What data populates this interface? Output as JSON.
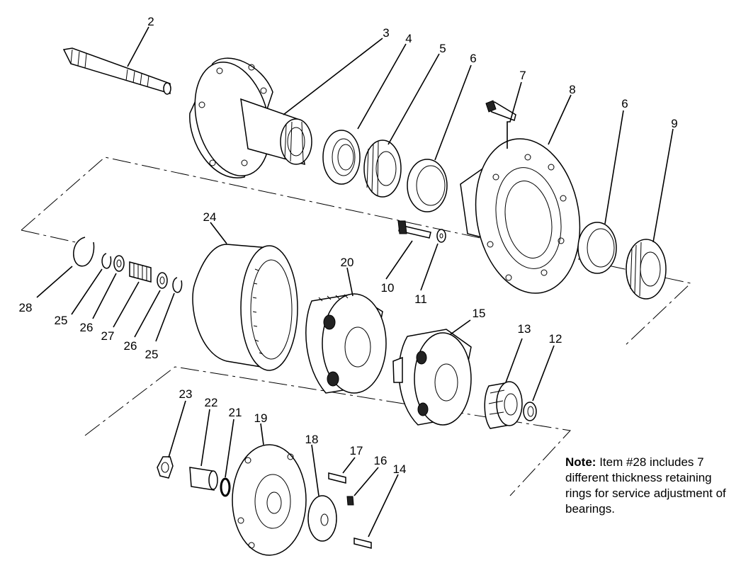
{
  "diagram": {
    "callouts": {
      "c2": "2",
      "c3": "3",
      "c4": "4",
      "c5": "5",
      "c6a": "6",
      "c7": "7",
      "c8": "8",
      "c6b": "6",
      "c9": "9",
      "c24": "24",
      "c10": "10",
      "c11": "11",
      "c20": "20",
      "c28": "28",
      "c25a": "25",
      "c26a": "26",
      "c27": "27",
      "c26b": "26",
      "c25b": "25",
      "c15": "15",
      "c13": "13",
      "c12": "12",
      "c23": "23",
      "c22": "22",
      "c21": "21",
      "c19": "19",
      "c18": "18",
      "c17": "17",
      "c16": "16",
      "c14": "14"
    },
    "note": {
      "label": "Note:",
      "text": "Item #28 includes 7 different thickness retaining rings for service adjustment of bearings."
    }
  }
}
